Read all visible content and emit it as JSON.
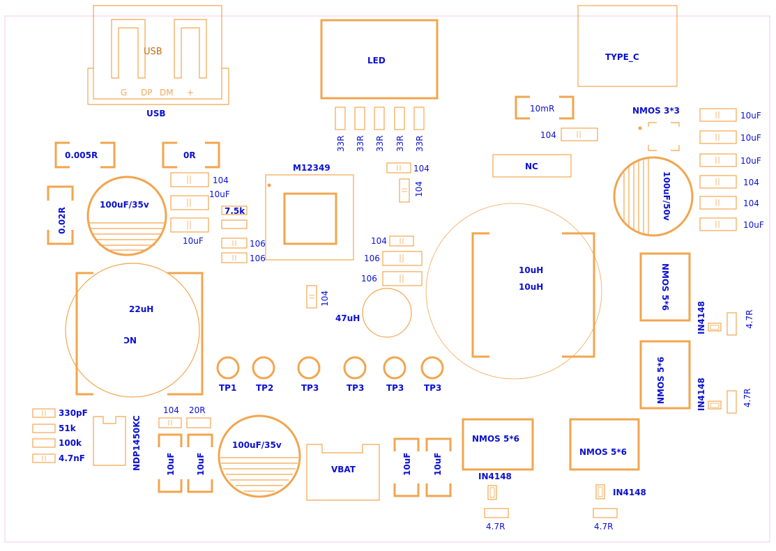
{
  "colors": {
    "outline": "#f2a54e",
    "label": "#0a10d0",
    "usb_text": "#c46e16",
    "board_edge": "#f0c8f0",
    "background": "#ffffff"
  },
  "connectors": {
    "usb_body": "USB",
    "usb_pins": {
      "g": "G",
      "dp": "DP",
      "dm": "DM",
      "plus": "+"
    },
    "usb_label": "USB",
    "type_c": "TYPE_C",
    "led": "LED",
    "vbat": "VBAT"
  },
  "resistors": {
    "led_series": [
      "33R",
      "33R",
      "33R",
      "33R",
      "33R"
    ],
    "r_0005": "0.005R",
    "r_0": "0R",
    "r_002": "0.02R",
    "r_75k": "7.5k",
    "r_10m": "10mR",
    "r_20": "20R",
    "r_51k": "51k",
    "r_100k": "100k",
    "r_47_a": "4.7R",
    "r_47_b": "4.7R",
    "r_47_c": "4.7R",
    "r_47_d": "4.7R"
  },
  "capacitors": {
    "c_104_a": "104",
    "c_10u_a": "10uF",
    "c_10u_b": "10uF",
    "c_106_a": "106",
    "c_106_b": "106",
    "c_104_top": "104",
    "c_104_vert": "104",
    "c_104_mid": "104",
    "c_106_mid_a": "106",
    "c_106_mid_b": "106",
    "c_104_center": "104",
    "c_104_right": "104",
    "right_column": [
      "10uF",
      "10uF",
      "10uF",
      "104",
      "104",
      "10uF"
    ],
    "c_330p": "330pF",
    "c_47n": "4.7nF",
    "c_104_bottom": "104",
    "c_10u_vert": [
      "10uF",
      "10uF",
      "10uF",
      "10uF"
    ],
    "elec_left": "100uF/35v",
    "elec_bottom": "100uF/35v",
    "elec_right": "100uF/50v"
  },
  "ics": {
    "mcu": "M12349",
    "nmos_3x3": "NMOS 3*3",
    "nmos_right_a": "NMOS 5*6",
    "nmos_right_b": "NMOS 5*6",
    "nmos_bottom_a": "NMOS 5*6",
    "nmos_bottom_b": "NMOS 5*6",
    "ndp": "NDP1450KC",
    "nc_block": "NC"
  },
  "inductors": {
    "big_left_value": "22uH",
    "big_left_note": "NC",
    "big_right_value_1": "10uH",
    "big_right_value_2": "10uH",
    "small": "47uH"
  },
  "diodes": {
    "d1": "IN4148",
    "d2": "IN4148",
    "d3": "IN4148",
    "d4": "IN4148"
  },
  "test_points": [
    "TP1",
    "TP2",
    "TP3",
    "TP3",
    "TP3",
    "TP3"
  ]
}
